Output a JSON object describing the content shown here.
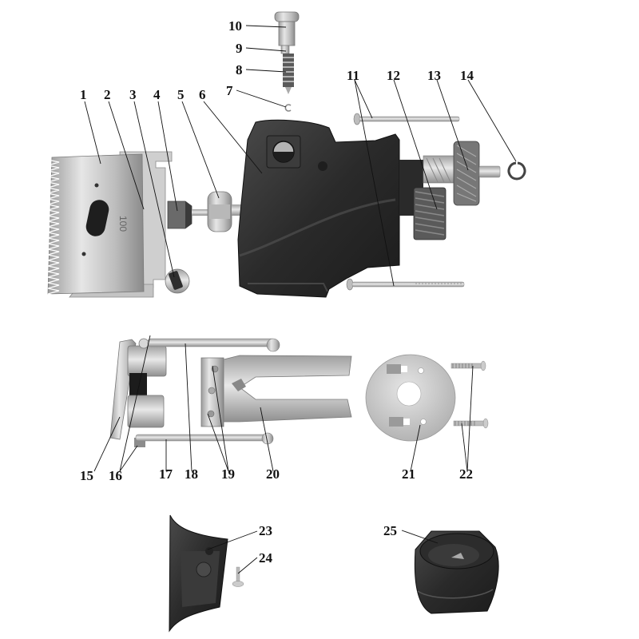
{
  "diagram": {
    "type": "exploded-parts-view",
    "subject": "clipper head assembly",
    "blade_marking": "100",
    "colors": {
      "background": "#ffffff",
      "metal_light": "#d4d4d4",
      "metal_mid": "#a8a8a8",
      "housing_dark": "#2e2e2e",
      "label_text": "#111111",
      "leader_line": "#111111"
    },
    "parts": [
      {
        "id": "1",
        "label": "1",
        "desc": "top comb blade"
      },
      {
        "id": "2",
        "label": "2",
        "desc": "blade plate"
      },
      {
        "id": "3",
        "label": "3",
        "desc": "round nut"
      },
      {
        "id": "4",
        "label": "4",
        "desc": "square block"
      },
      {
        "id": "5",
        "label": "5",
        "desc": "eccentric bearing"
      },
      {
        "id": "6",
        "label": "6",
        "desc": "head housing"
      },
      {
        "id": "7",
        "label": "7",
        "desc": "small clip"
      },
      {
        "id": "8",
        "label": "8",
        "desc": "spring"
      },
      {
        "id": "9",
        "label": "9",
        "desc": "groove"
      },
      {
        "id": "10",
        "label": "10",
        "desc": "tension knob"
      },
      {
        "id": "11",
        "label": "11",
        "desc": "long screws (2)"
      },
      {
        "id": "12",
        "label": "12",
        "desc": "helical gear"
      },
      {
        "id": "13",
        "label": "13",
        "desc": "drive gear"
      },
      {
        "id": "14",
        "label": "14",
        "desc": "e-clip"
      },
      {
        "id": "15",
        "label": "15",
        "desc": "frame"
      },
      {
        "id": "16",
        "label": "16",
        "desc": "pads (2)"
      },
      {
        "id": "17",
        "label": "17",
        "desc": "lower rod"
      },
      {
        "id": "18",
        "label": "18",
        "desc": "upper rod"
      },
      {
        "id": "19",
        "label": "19",
        "desc": "rivets (2)"
      },
      {
        "id": "20",
        "label": "20",
        "desc": "fork lever"
      },
      {
        "id": "21",
        "label": "21",
        "desc": "round plate"
      },
      {
        "id": "22",
        "label": "22",
        "desc": "screws (2)"
      },
      {
        "id": "23",
        "label": "23",
        "desc": "cover"
      },
      {
        "id": "24",
        "label": "24",
        "desc": "short screw"
      },
      {
        "id": "25",
        "label": "25",
        "desc": "cap"
      }
    ]
  }
}
